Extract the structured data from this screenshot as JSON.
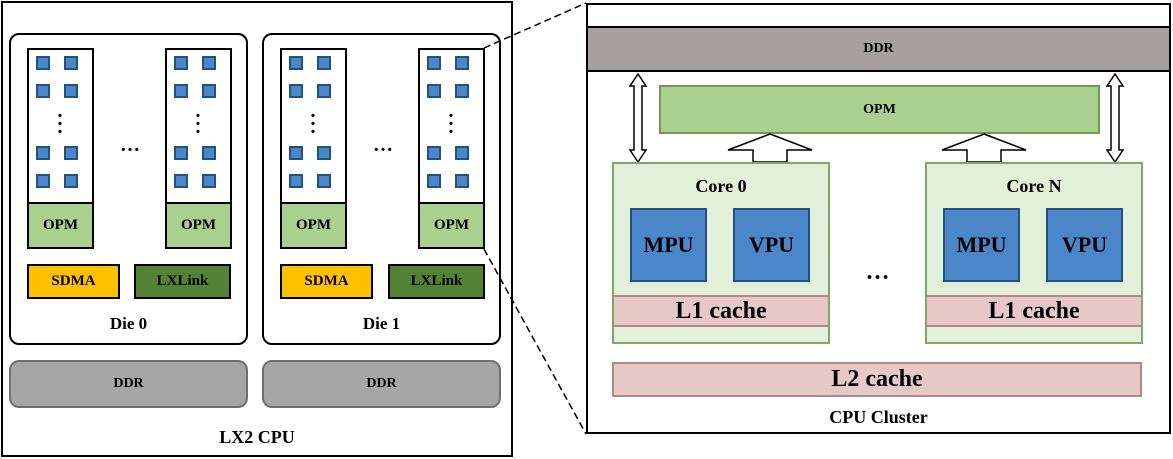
{
  "lx2": {
    "title": "LX2 CPU",
    "dies": [
      {
        "label": "Die 0",
        "opm": "OPM",
        "sdma": "SDMA",
        "lxlink": "LXLink",
        "ddr": "DDR",
        "ellipsis": "…"
      },
      {
        "label": "Die 1",
        "opm": "OPM",
        "sdma": "SDMA",
        "lxlink": "LXLink",
        "ddr": "DDR",
        "ellipsis": "…"
      }
    ],
    "colors": {
      "sdma": "#ffc000",
      "lxlink": "#548235",
      "opm": "#a9d08e",
      "ddr": "#a6a6a6",
      "core_square": "#4a86c8"
    }
  },
  "cluster": {
    "title": "CPU Cluster",
    "ddr": "DDR",
    "opm": "OPM",
    "ellipsis": "…",
    "cores": [
      {
        "label": "Core 0",
        "mpu": "MPU",
        "vpu": "VPU",
        "l1": "L1 cache"
      },
      {
        "label": "Core N",
        "mpu": "MPU",
        "vpu": "VPU",
        "l1": "L1 cache"
      }
    ],
    "l2": "L2 cache",
    "colors": {
      "core_bg": "#e2efd9",
      "cache": "#e6c9c6",
      "unit": "#4a86c8",
      "ddr": "#a6a1a0"
    }
  }
}
